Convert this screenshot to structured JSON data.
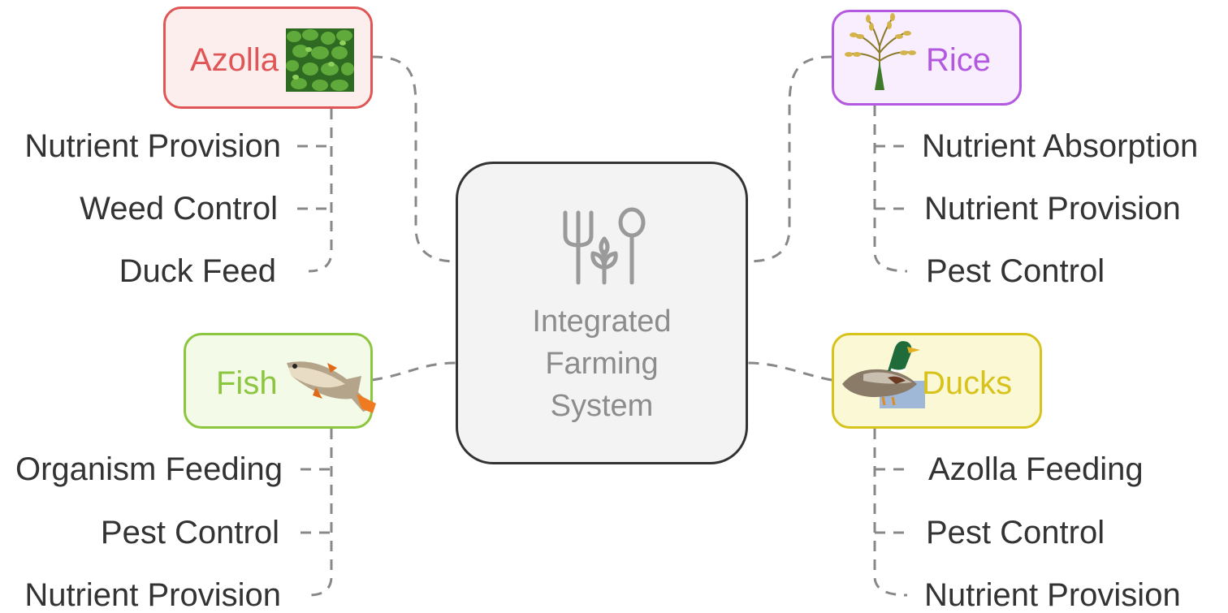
{
  "center": {
    "title_lines": [
      "Integrated",
      "Farming",
      "System"
    ],
    "icon": "fork-spoon-sprout-icon"
  },
  "nodes": {
    "azolla": {
      "label": "Azolla",
      "image": "azolla-plant-image",
      "color": "#e05555",
      "fill": "#fdeeee",
      "items": [
        "Nutrient Provision",
        "Weed Control",
        "Duck Feed"
      ]
    },
    "rice": {
      "label": "Rice",
      "image": "rice-plant-image",
      "color": "#b359e0",
      "fill": "#f9eefe",
      "items": [
        "Nutrient Absorption",
        "Nutrient Provision",
        "Pest Control"
      ]
    },
    "fish": {
      "label": "Fish",
      "image": "fish-image",
      "color": "#8cc63f",
      "fill": "#f4fae8",
      "items": [
        "Organism Feeding",
        "Pest Control",
        "Nutrient Provision"
      ]
    },
    "ducks": {
      "label": "Ducks",
      "image": "duck-image",
      "color": "#d8c21c",
      "fill": "#fbf8d6",
      "items": [
        "Azolla Feeding",
        "Pest Control",
        "Nutrient Provision"
      ]
    }
  },
  "connector_color": "#888888",
  "text_color": "#333333"
}
